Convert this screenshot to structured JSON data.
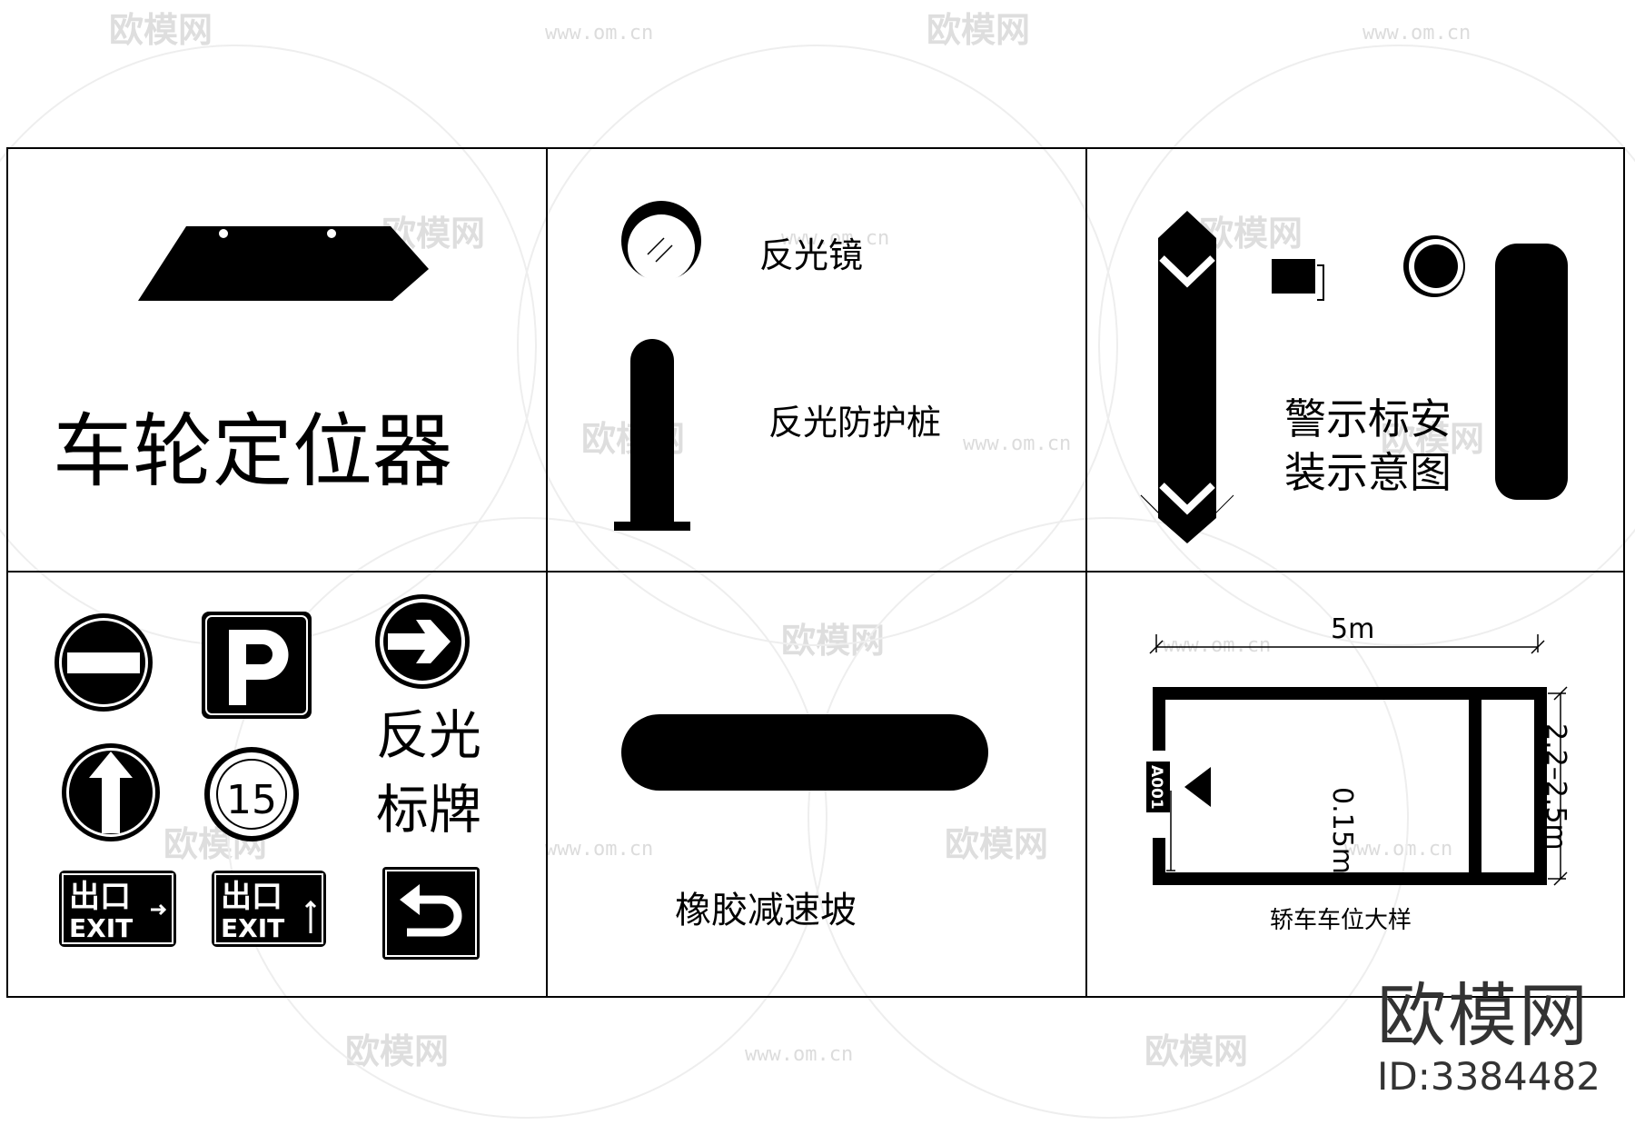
{
  "panels": {
    "wheel_stop": {
      "title": "车轮定位器"
    },
    "reflective_mirror": {
      "label": "反光镜"
    },
    "reflective_post": {
      "label": "反光防护桩"
    },
    "warning_sign": {
      "label_line1": "警示标安",
      "label_line2": "装示意图"
    },
    "signs": {
      "label_line1": "反光",
      "label_line2": "标牌",
      "speed_limit": "15",
      "exit_cn": "出口",
      "exit_en": "EXIT"
    },
    "speed_bump": {
      "label": "橡胶减速坡"
    },
    "parking_space": {
      "length": "5m",
      "width": "2.2–2.5m",
      "line_width": "0.15m",
      "space_number": "A001",
      "caption": "轿车车位大样"
    }
  },
  "watermarks": {
    "url": "www.om.cn",
    "logo": "欧模网"
  },
  "branding": {
    "logo": "欧模网",
    "id": "ID:3384482"
  },
  "colors": {
    "ink": "#000000",
    "background": "#ffffff",
    "watermark": "#dcdcdc"
  }
}
